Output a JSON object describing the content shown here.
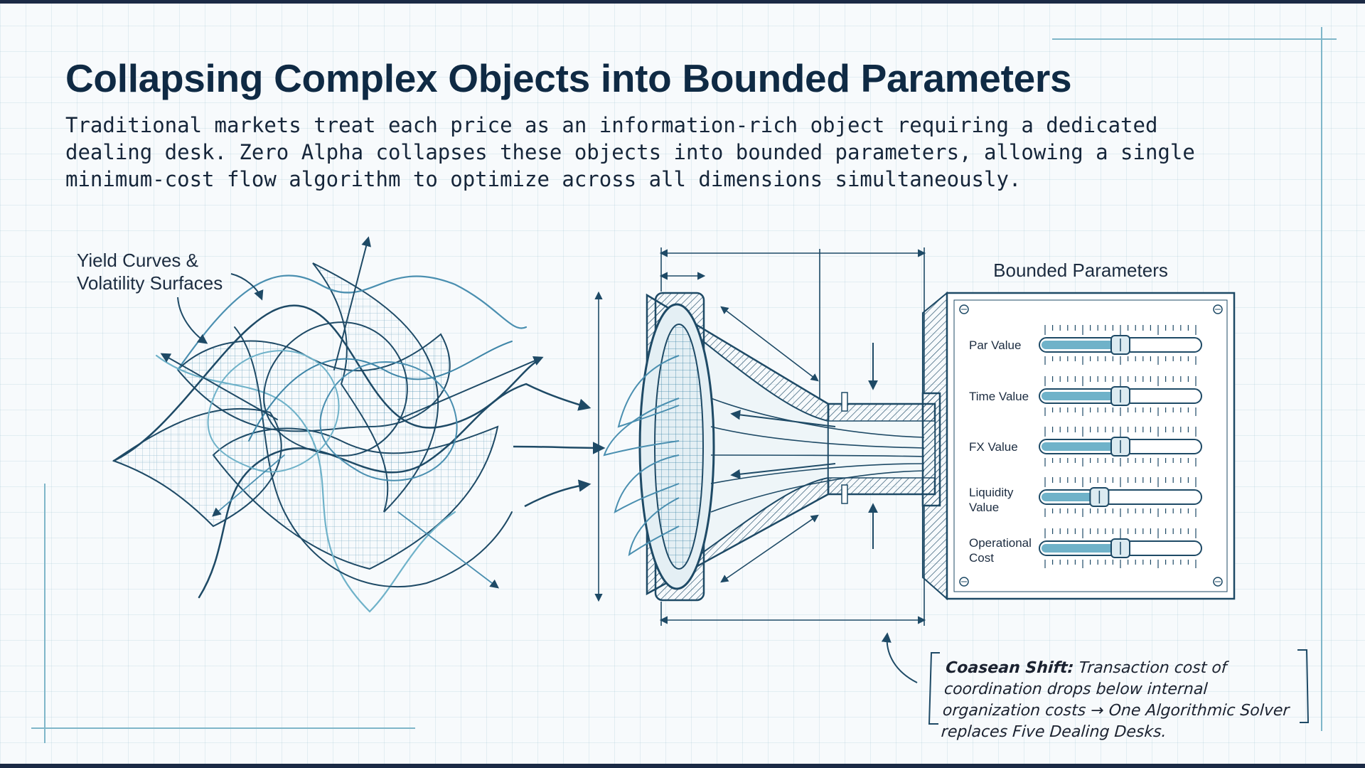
{
  "title": "Collapsing Complex Objects into Bounded Parameters",
  "subtitle": "Traditional markets treat each price as an information-rich object requiring a dedicated dealing desk. Zero Alpha collapses these objects into bounded parameters, allowing a single minimum-cost flow algorithm to optimize across all dimensions simultaneously.",
  "left_label": {
    "line1": "Yield Curves &",
    "line2": "Volatility Surfaces"
  },
  "panel": {
    "title": "Bounded Parameters",
    "parameters": [
      {
        "line1": "Par Value",
        "line2": "",
        "level": 0.5
      },
      {
        "line1": "Time Value",
        "line2": "",
        "level": 0.5
      },
      {
        "line1": "FX Value",
        "line2": "",
        "level": 0.5
      },
      {
        "line1": "Liquidity",
        "line2": "Value",
        "level": 0.37
      },
      {
        "line1": "Operational",
        "line2": "Cost",
        "level": 0.5
      }
    ]
  },
  "note": {
    "heading": "Coasean Shift:",
    "body": "Transaction cost of coordination drops below internal organization costs → One Algorithmic Solver replaces Five Dealing Desks."
  },
  "colors": {
    "ink": "#1e4a66",
    "ink_light": "#4a8fb0",
    "sketch_teal": "#6fb2c9",
    "title": "#0f2a44"
  }
}
